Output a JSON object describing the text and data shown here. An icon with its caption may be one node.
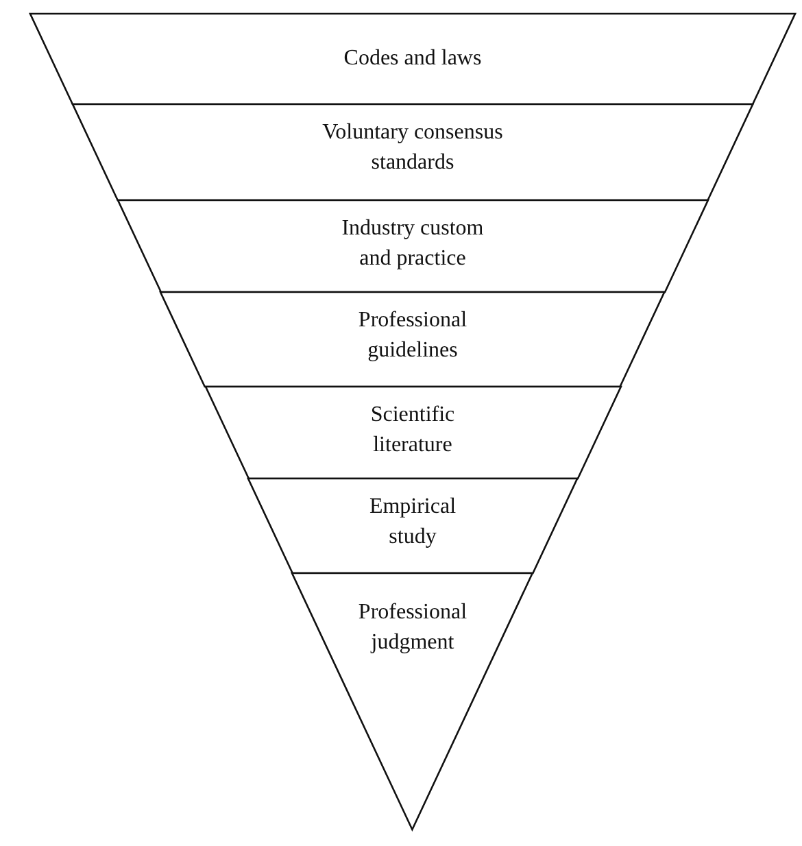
{
  "diagram": {
    "nodes": [
      {
        "text": [
          "Codes and laws"
        ]
      },
      {
        "text": [
          "Voluntary consensus standards"
        ]
      },
      {
        "text": [
          "Industry custom and practice"
        ]
      },
      {
        "text": [
          "Professional guidelines"
        ]
      },
      {
        "text": [
          "Scientific literature"
        ]
      },
      {
        "text": [
          "Empirical study"
        ]
      },
      {
        "text": [
          "Professional judgment"
        ]
      }
    ]
  }
}
